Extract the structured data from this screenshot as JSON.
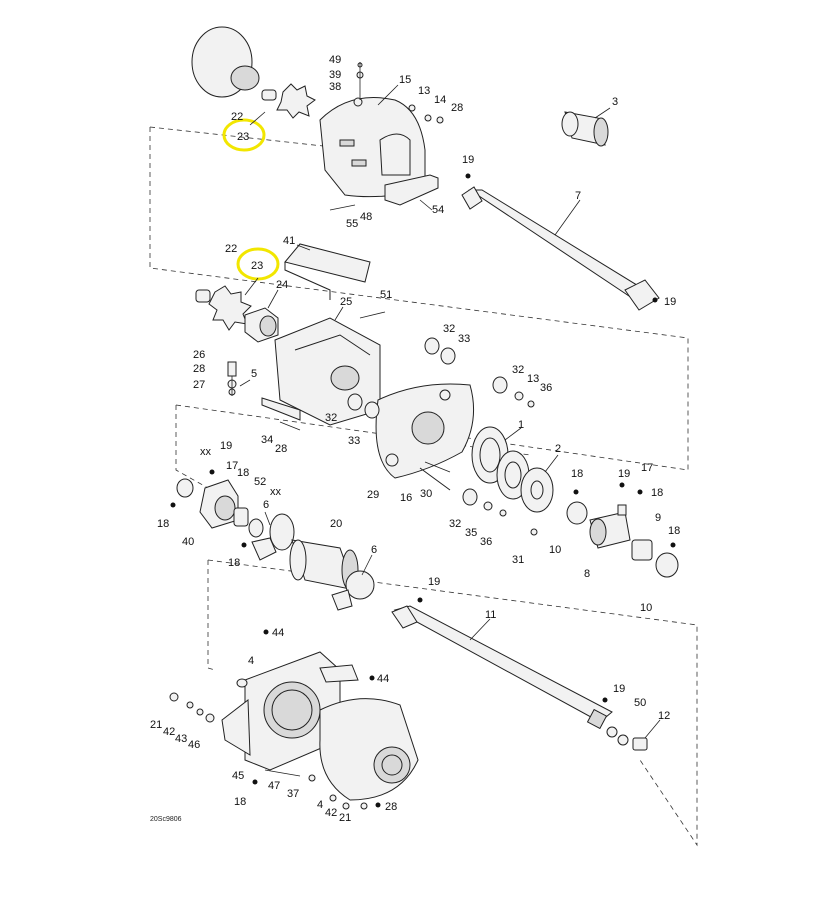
{
  "diagram": {
    "drawing_code": "20Sc9806",
    "highlight_color": "#f2e600",
    "highlighted_labels": [
      "23",
      "23"
    ],
    "labels": [
      "49",
      "39",
      "38",
      "15",
      "13",
      "14",
      "28",
      "3",
      "22",
      "23",
      "19",
      "7",
      "48",
      "54",
      "55",
      "41",
      "22",
      "23",
      "24",
      "51",
      "25",
      "26",
      "28",
      "27",
      "5",
      "32",
      "33",
      "32",
      "13",
      "36",
      "19",
      "34",
      "28",
      "32",
      "33",
      "1",
      "2",
      "xx",
      "19",
      "17",
      "18",
      "52",
      "xx",
      "6",
      "18",
      "40",
      "29",
      "16",
      "30",
      "32",
      "35",
      "36",
      "31",
      "18",
      "19",
      "17",
      "18",
      "10",
      "9",
      "18",
      "8",
      "10",
      "20",
      "6",
      "18",
      "19",
      "11",
      "44",
      "4",
      "44",
      "19",
      "50",
      "12",
      "21",
      "42",
      "43",
      "46",
      "45",
      "47",
      "37",
      "18",
      "4",
      "42",
      "21",
      "28"
    ]
  }
}
